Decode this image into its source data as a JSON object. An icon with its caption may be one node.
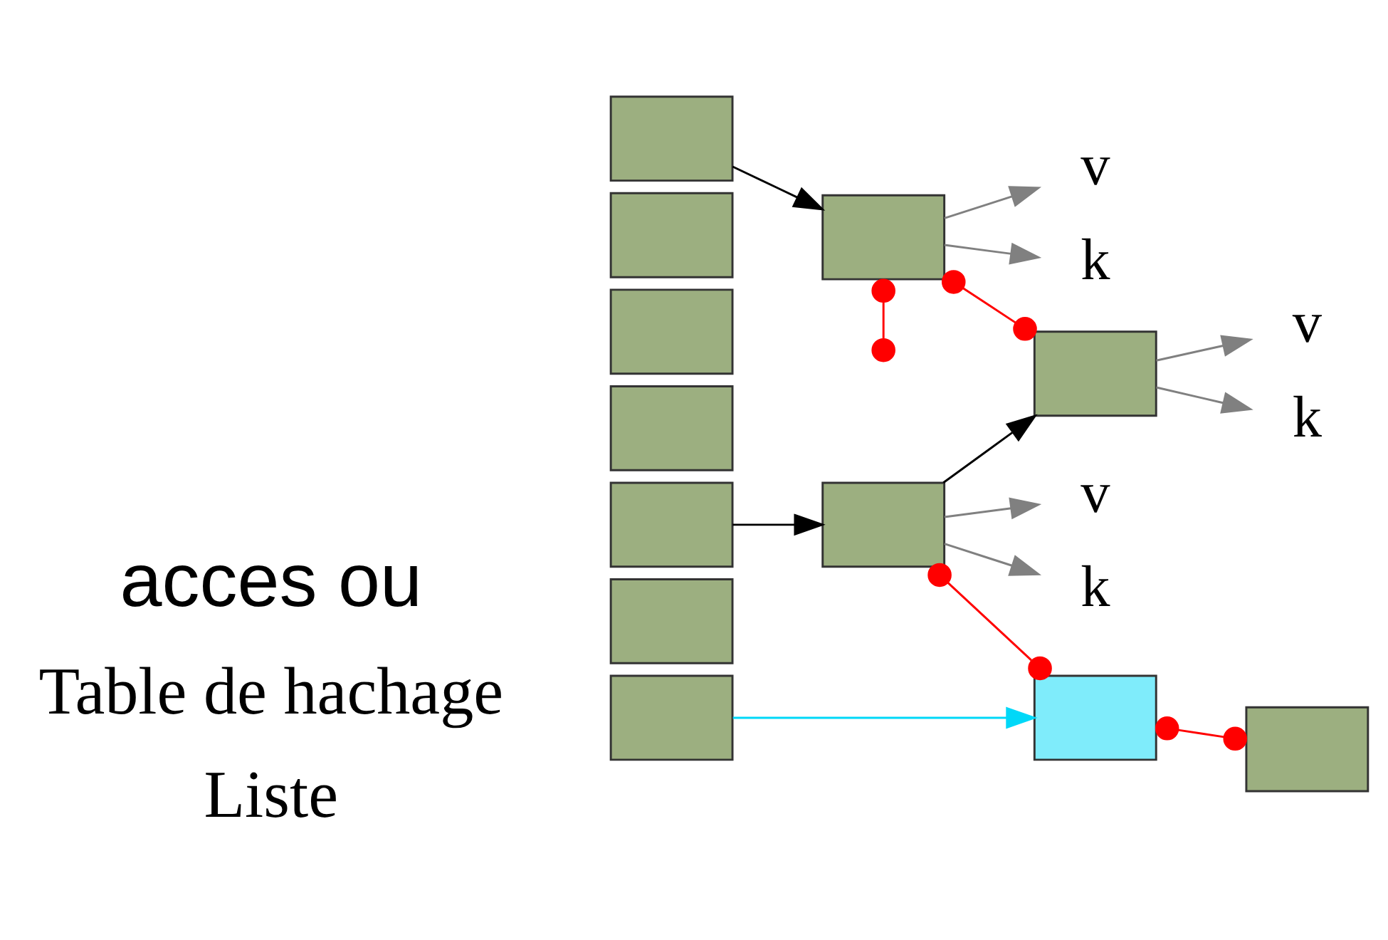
{
  "diagram": {
    "nodes": [
      {
        "text": [],
        "shape": "box"
      },
      {
        "text": [],
        "shape": "box"
      },
      {
        "text": [],
        "shape": "box"
      },
      {
        "text": [],
        "shape": "box"
      },
      {
        "text": [],
        "shape": "box"
      },
      {
        "text": [],
        "shape": "box"
      },
      {
        "text": [],
        "shape": "box"
      },
      {
        "text": [],
        "shape": "box"
      },
      {
        "text": [],
        "shape": "box"
      },
      {
        "text": [
          "k"
        ]
      },
      {
        "text": [
          "v"
        ]
      },
      {
        "text": [],
        "shape": "box"
      },
      {
        "text": [
          "k"
        ]
      },
      {
        "text": [
          "v"
        ]
      },
      {
        "text": [],
        "shape": "box"
      },
      {
        "text": [
          "k"
        ]
      },
      {
        "text": [
          "v"
        ]
      },
      {
        "text": [],
        "shape": "box"
      }
    ],
    "edges": [
      {
        "from": 0,
        "to": 8,
        "arrow": "to",
        "color": "#000000"
      },
      {
        "from": 4,
        "to": 11,
        "arrow": "to",
        "color": "#000000"
      },
      {
        "from": 11,
        "to": 14,
        "arrow": "to",
        "color": "#000000"
      },
      {
        "from": 6,
        "to": 17,
        "arrow": "to",
        "color": "#00d8f8"
      },
      {
        "from": 8,
        "to": 9,
        "arrow": "to"
      },
      {
        "from": 8,
        "to": 10,
        "arrow": "to"
      },
      {
        "from": 11,
        "to": 12,
        "arrow": "to"
      },
      {
        "from": 11,
        "to": 13,
        "arrow": "to"
      },
      {
        "from": 14,
        "to": 15,
        "arrow": "to"
      },
      {
        "from": 14,
        "to": 16,
        "arrow": "to"
      },
      {
        "from": 8,
        "to": 14,
        "arrow": "other",
        "color": "#ff0000"
      },
      {
        "from": 8,
        "to": null,
        "arrow": "other",
        "color": "#ff0000"
      },
      {
        "from": 11,
        "to": 17,
        "arrow": "other",
        "color": "#ff0000"
      },
      {
        "from": 17,
        "to": 7,
        "arrow": "other",
        "color": "#ff0000"
      }
    ],
    "labels": [
      "acces ou",
      "Table de hachage",
      "Liste"
    ]
  }
}
